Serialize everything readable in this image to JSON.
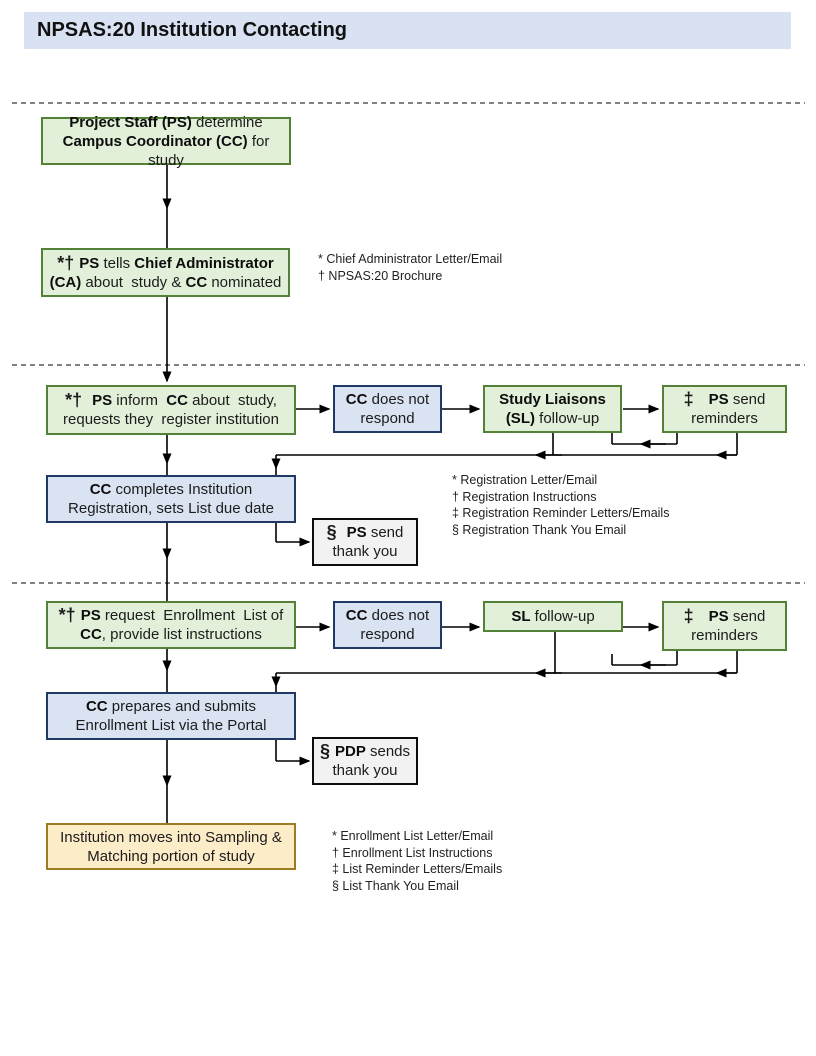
{
  "title": "NPSAS:20 Institution Contacting",
  "palette": {
    "title_bar_bg": "#d9e2f3",
    "green_box_bg": "#e2efd9",
    "green_box_border": "#538135",
    "blue_box_bg": "#dae3f1",
    "blue_box_border": "#1f3864",
    "gray_box_bg": "#f2f2f2",
    "gray_box_border": "#0d0d0d",
    "orange_box_bg": "#fdecc8",
    "orange_box_border": "#9c7b24",
    "line_color": "#000000"
  },
  "boxes": {
    "determine_cc": {
      "lines": [
        [
          {
            "t": "Project Staff (PS)",
            "s": 1
          },
          {
            "t": " determine",
            "s": 0
          }
        ],
        [
          {
            "t": "Campus Coordinator (CC)",
            "s": 1
          },
          {
            "t": " for study",
            "s": 0
          }
        ]
      ]
    },
    "tell_ca": {
      "lines": [
        [
          {
            "t": "*† ",
            "s": 2
          },
          {
            "t": "PS",
            "s": 1
          },
          {
            "t": " tells ",
            "s": 0
          },
          {
            "t": "Chief Administrator",
            "s": 1
          }
        ],
        [
          {
            "t": "(CA)",
            "s": 1
          },
          {
            "t": " about  study & ",
            "s": 0
          },
          {
            "t": "CC",
            "s": 1
          },
          {
            "t": " nominated",
            "s": 0
          }
        ]
      ]
    },
    "inform_cc": {
      "lines": [
        [
          {
            "t": "*†  ",
            "s": 2
          },
          {
            "t": "PS",
            "s": 1
          },
          {
            "t": " inform  ",
            "s": 0
          },
          {
            "t": "CC",
            "s": 1
          },
          {
            "t": " about  study,",
            "s": 0
          }
        ],
        [
          {
            "t": "requests they  register institution",
            "s": 0
          }
        ]
      ]
    },
    "no_respond_1": {
      "lines": [
        [
          {
            "t": "CC",
            "s": 1
          },
          {
            "t": " does not",
            "s": 0
          }
        ],
        [
          {
            "t": "respond",
            "s": 0
          }
        ]
      ]
    },
    "sl_followup_1": {
      "lines": [
        [
          {
            "t": "Study Liaisons",
            "s": 1
          }
        ],
        [
          {
            "t": "(SL)",
            "s": 1
          },
          {
            "t": " follow-up",
            "s": 0
          }
        ]
      ]
    },
    "reminders_1": {
      "lines": [
        [
          {
            "t": "‡   ",
            "s": 2
          },
          {
            "t": "PS",
            "s": 1
          },
          {
            "t": " send",
            "s": 0
          }
        ],
        [
          {
            "t": "reminders",
            "s": 0
          }
        ]
      ]
    },
    "cc_registers": {
      "lines": [
        [
          {
            "t": "CC",
            "s": 1
          },
          {
            "t": " completes Institution",
            "s": 0
          }
        ],
        [
          {
            "t": "Registration, sets List due date",
            "s": 0
          }
        ]
      ]
    },
    "thank_you_1": {
      "lines": [
        [
          {
            "t": "§  ",
            "s": 2
          },
          {
            "t": "PS",
            "s": 1
          },
          {
            "t": " send",
            "s": 0
          }
        ],
        [
          {
            "t": "thank you",
            "s": 0
          }
        ]
      ]
    },
    "request_list": {
      "lines": [
        [
          {
            "t": "*† ",
            "s": 2
          },
          {
            "t": "PS",
            "s": 1
          },
          {
            "t": " request  Enrollment  List of",
            "s": 0
          }
        ],
        [
          {
            "t": "CC",
            "s": 1
          },
          {
            "t": ", provide list instructions",
            "s": 0
          }
        ]
      ]
    },
    "no_respond_2": {
      "lines": [
        [
          {
            "t": "CC",
            "s": 1
          },
          {
            "t": " does not",
            "s": 0
          }
        ],
        [
          {
            "t": "respond",
            "s": 0
          }
        ]
      ]
    },
    "sl_followup_2": {
      "lines": [
        [
          {
            "t": "SL",
            "s": 1
          },
          {
            "t": " follow-up",
            "s": 0
          }
        ]
      ]
    },
    "reminders_2": {
      "lines": [
        [
          {
            "t": "‡   ",
            "s": 2
          },
          {
            "t": "PS",
            "s": 1
          },
          {
            "t": " send",
            "s": 0
          }
        ],
        [
          {
            "t": "reminders",
            "s": 0
          }
        ]
      ]
    },
    "cc_submits": {
      "lines": [
        [
          {
            "t": "CC",
            "s": 1
          },
          {
            "t": " prepares and submits",
            "s": 0
          }
        ],
        [
          {
            "t": "Enrollment List via the Portal",
            "s": 0
          }
        ]
      ]
    },
    "thank_you_2": {
      "lines": [
        [
          {
            "t": "§ ",
            "s": 2
          },
          {
            "t": "PDP",
            "s": 1
          },
          {
            "t": " sends",
            "s": 0
          }
        ],
        [
          {
            "t": "thank you",
            "s": 0
          }
        ]
      ]
    },
    "sampling": {
      "lines": [
        [
          {
            "t": "Institution moves into Sampling &",
            "s": 0
          }
        ],
        [
          {
            "t": "Matching portion of study",
            "s": 0
          }
        ]
      ]
    }
  },
  "notes": {
    "admin": {
      "lines": [
        "* Chief Administrator Letter/Email",
        "† NPSAS:20 Brochure"
      ]
    },
    "registration": {
      "lines": [
        "* Registration Letter/Email",
        "† Registration Instructions",
        "‡ Registration Reminder Letters/Emails",
        "§ Registration Thank You Email"
      ]
    },
    "enrollment": {
      "lines": [
        "* Enrollment List Letter/Email",
        "† Enrollment List Instructions",
        "‡ List Reminder Letters/Emails",
        "§ List Thank You Email"
      ]
    }
  }
}
